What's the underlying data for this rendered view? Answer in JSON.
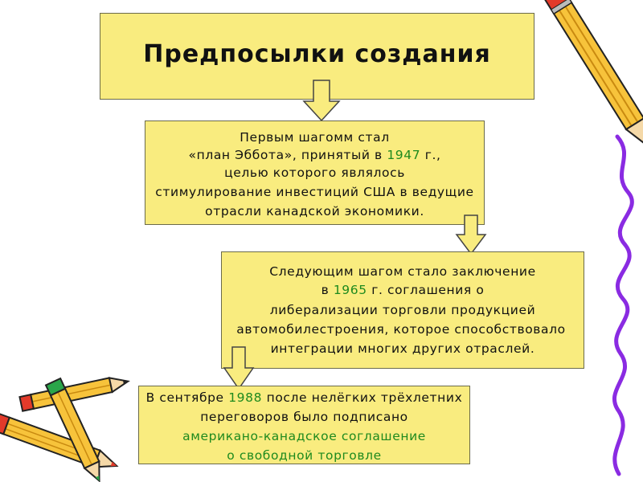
{
  "title": "Предпосылки создания",
  "step1": {
    "line1": "Первым шагомм стал",
    "line2_a": "«план Эббота», принятый в ",
    "line2_year": "1947",
    "line2_b": " г.,",
    "line3": "целью которого являлось",
    "line4": "стимулирование инвестиций США в ведущие",
    "line5": "отрасли канадской экономики."
  },
  "step2": {
    "line1": "Следующим шагом стало заключение",
    "line2_a": "в ",
    "line2_year": "1965",
    "line2_b": " г. соглашения о",
    "line3": "либерализации торговли продукцией",
    "line4": "автомобилестроения, которое способствовало",
    "line5": "интеграции многих других отраслей."
  },
  "step3": {
    "line1_a": "В сентябре ",
    "line1_year": "1988",
    "line1_b": " после нелёгких трёхлетних",
    "line2": "переговоров было подписано",
    "line3": "американо-канадское соглашение",
    "line4": "о свободной торговле"
  },
  "colors": {
    "box_fill": "#f9ec7f",
    "highlight": "#1e8a1e",
    "arrow_fill": "#f9ec7f"
  },
  "icons": [
    "pencil-icon",
    "pencil-icon",
    "pencil-icon",
    "pencil-icon",
    "swirl-icon"
  ]
}
